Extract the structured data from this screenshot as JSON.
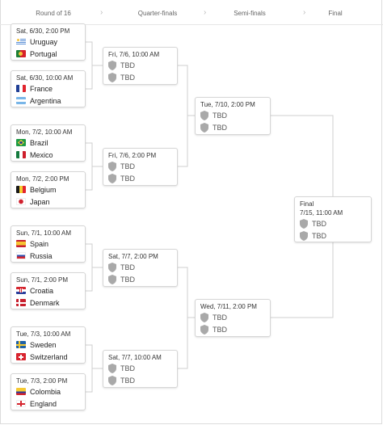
{
  "rounds": {
    "r16": "Round of 16",
    "qf": "Quarter-finals",
    "sf": "Semi-finals",
    "final": "Final"
  },
  "icons": {
    "round_separator": "chevron-right-icon",
    "tbd_team": "shield-icon"
  },
  "r16": [
    {
      "date": "Sat, 6/30, 2:00 PM",
      "teams": [
        "Uruguay",
        "Portugal"
      ]
    },
    {
      "date": "Sat, 6/30, 10:00 AM",
      "teams": [
        "France",
        "Argentina"
      ]
    },
    {
      "date": "Mon, 7/2, 10:00 AM",
      "teams": [
        "Brazil",
        "Mexico"
      ]
    },
    {
      "date": "Mon, 7/2, 2:00 PM",
      "teams": [
        "Belgium",
        "Japan"
      ]
    },
    {
      "date": "Sun, 7/1, 10:00 AM",
      "teams": [
        "Spain",
        "Russia"
      ]
    },
    {
      "date": "Sun, 7/1, 2:00 PM",
      "teams": [
        "Croatia",
        "Denmark"
      ]
    },
    {
      "date": "Tue, 7/3, 10:00 AM",
      "teams": [
        "Sweden",
        "Switzerland"
      ]
    },
    {
      "date": "Tue, 7/3, 2:00 PM",
      "teams": [
        "Colombia",
        "England"
      ]
    }
  ],
  "qf": [
    {
      "date": "Fri, 7/6, 10:00 AM",
      "teams": [
        "TBD",
        "TBD"
      ]
    },
    {
      "date": "Fri, 7/6, 2:00 PM",
      "teams": [
        "TBD",
        "TBD"
      ]
    },
    {
      "date": "Sat, 7/7, 2:00 PM",
      "teams": [
        "TBD",
        "TBD"
      ]
    },
    {
      "date": "Sat, 7/7, 10:00 AM",
      "teams": [
        "TBD",
        "TBD"
      ]
    }
  ],
  "sf": [
    {
      "date": "Tue, 7/10, 2:00 PM",
      "teams": [
        "TBD",
        "TBD"
      ]
    },
    {
      "date": "Wed, 7/11, 2:00 PM",
      "teams": [
        "TBD",
        "TBD"
      ]
    }
  ],
  "final": {
    "label": "Final",
    "date": "7/15, 11:00 AM",
    "teams": [
      "TBD",
      "TBD"
    ]
  }
}
